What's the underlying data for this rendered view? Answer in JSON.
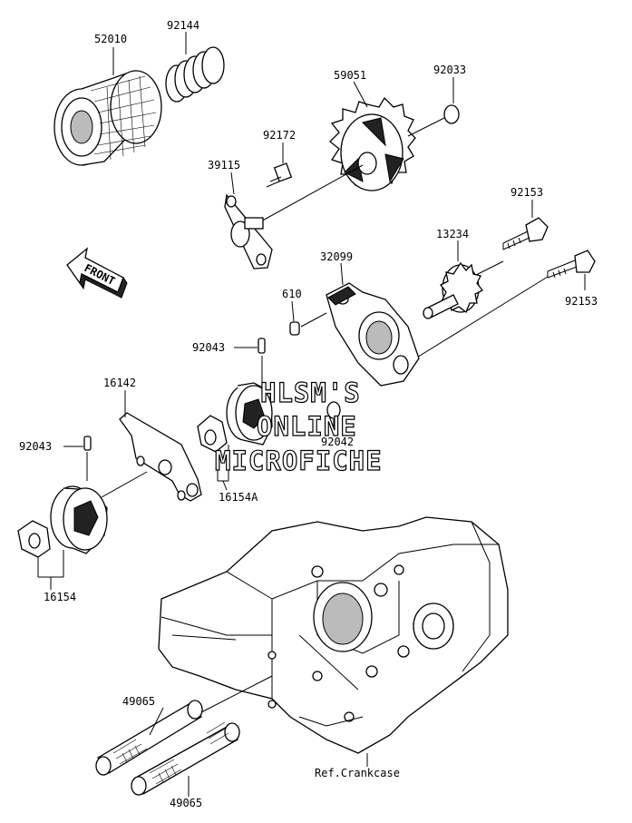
{
  "parts": {
    "oil_filter": "52010",
    "spring": "92144",
    "pump_gear": "59051",
    "circlip": "92033",
    "bolt_upper": "92172",
    "guide_plate": "39115",
    "bolt_right_upper": "92153",
    "idler_gear": "13234",
    "pump_body": "32099",
    "bolt_right_lower": "92153",
    "pin_610": "610",
    "pin_upper": "92043",
    "cover_plate": "16142",
    "pin_92042": "92042",
    "pin_left": "92043",
    "rotor_inner_a": "16154A",
    "rotor_outer": "16154",
    "strainer_upper": "49065",
    "strainer_lower": "49065"
  },
  "ref_crankcase": "Ref.Crankcase",
  "front_arrow": "FRONT",
  "watermark": {
    "line1": "HLSM'S",
    "line2": "ONLINE",
    "line3": "MICROFICHE"
  }
}
